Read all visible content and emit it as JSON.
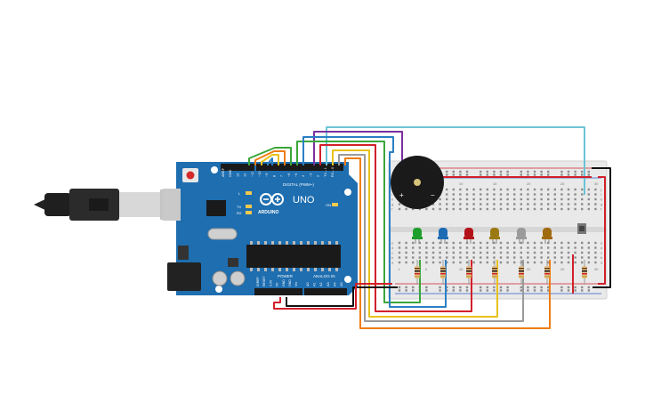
{
  "board": {
    "brand": "ARDUINO",
    "model": "UNO",
    "digital_label": "DIGITAL (PWM~)",
    "power_label": "POWER",
    "analog_label": "ANALOG IN",
    "on_label": "ON",
    "l_label": "L",
    "tx_label": "TX",
    "rx_label": "RX",
    "top_pins": [
      "AREF",
      "GND",
      "13",
      "12",
      "~11",
      "~10",
      "~9",
      "8",
      "7",
      "~6",
      "~5",
      "4",
      "~3",
      "2",
      "TX→1",
      "RX←0"
    ],
    "power_pins": [
      "IOREF",
      "RESET",
      "3.3V",
      "5V",
      "GND",
      "GND",
      "Vin"
    ],
    "analog_pins": [
      "A0",
      "A1",
      "A2",
      "A3",
      "A4",
      "A5"
    ]
  },
  "breadboard": {
    "row_letters": [
      "a",
      "b",
      "c",
      "d",
      "e",
      "f",
      "g",
      "h",
      "i",
      "j"
    ],
    "column_numbers": [
      "1",
      "5",
      "10",
      "15",
      "20",
      "25",
      "30"
    ]
  },
  "buzzer": {
    "plus": "+",
    "minus": "−"
  },
  "leds": [
    {
      "color": "#1e9e2a"
    },
    {
      "color": "#1c6bb5"
    },
    {
      "color": "#b3121a"
    },
    {
      "color": "#9a7a10"
    },
    {
      "color": "#9b9b9b"
    },
    {
      "color": "#a06a10"
    }
  ],
  "wires": {
    "purple": "#7b2fa0",
    "green": "#3aa63a",
    "blue": "#2a7fc4",
    "red": "#d2202a",
    "yellow": "#e8c21a",
    "gray": "#9a9a9a",
    "orange": "#ef7d12",
    "black": "#111111",
    "cyan": "#6cc3d8"
  }
}
